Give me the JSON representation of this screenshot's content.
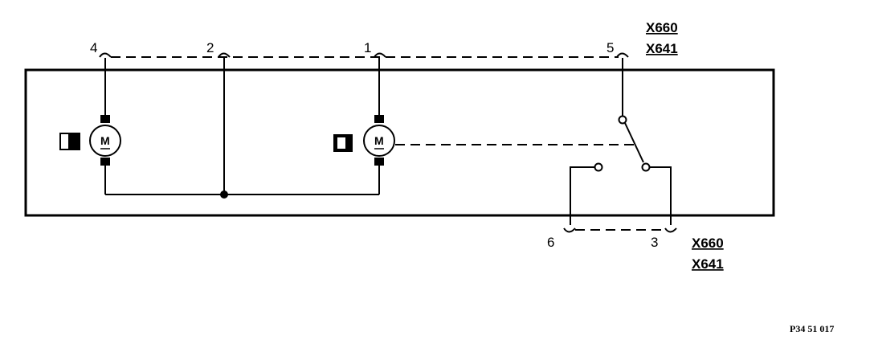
{
  "pins": {
    "p4": "4",
    "p2": "2",
    "p1": "1",
    "p5": "5",
    "p6": "6",
    "p3": "3"
  },
  "connectors": {
    "top": [
      "X660",
      "X641"
    ],
    "bottom": [
      "X660",
      "X641"
    ]
  },
  "motors": {
    "left_label": "M",
    "right_label": "M"
  },
  "figure_code": "P34 51 017"
}
